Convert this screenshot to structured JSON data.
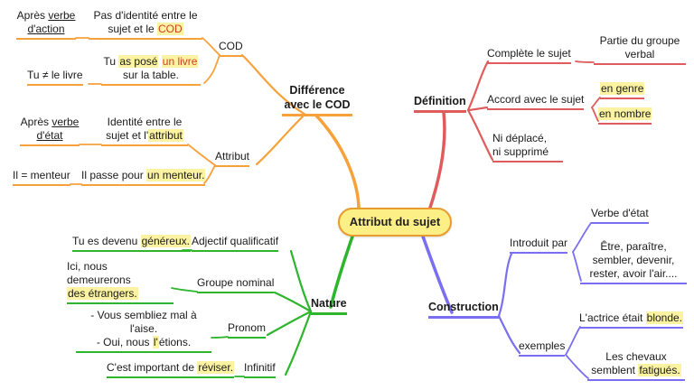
{
  "title": "Attribut du sujet",
  "colors": {
    "orange": "#f7a13b",
    "red": "#e05c5c",
    "green": "#2db52d",
    "blue": "#7a6ff0",
    "highlight": "#fbf3a1",
    "highlight_text_red": "#d43d2a",
    "center_fill": "#fbef86",
    "center_border": "#e89b2e"
  },
  "difference": {
    "label_line1": "Différence",
    "label_line2": "avec le COD",
    "cod": {
      "label": "COD",
      "verb_pre": "Après ",
      "verb_u1": "verbe",
      "verb_u2": "d'action",
      "rule_line1": "Pas d'identité entre le",
      "rule_line2_pre": "sujet et le ",
      "rule_hl": "COD",
      "ex_label": "Tu ≠ le livre",
      "ex_pre": "Tu ",
      "ex_hl1": "as posé",
      "ex_mid": " ",
      "ex_hl2": "un livre",
      "ex_line2": "sur la table."
    },
    "attribut": {
      "label": "Attribut",
      "verb_pre": "Après ",
      "verb_u1": "verbe",
      "verb_u2": "d'état",
      "rule_line1": "Identité entre le",
      "rule_line2_pre": "sujet et l'",
      "rule_hl": "attribut",
      "ex_label": "Il = menteur",
      "ex_pre": "Il passe pour ",
      "ex_hl": "un menteur."
    }
  },
  "definition": {
    "label": "Définition",
    "complete": "Complète le sujet",
    "partie_line1": "Partie du groupe",
    "partie_line2": "verbal",
    "accord": "Accord avec le sujet",
    "genre": "en genre",
    "nombre": "en nombre",
    "ni_line1": "Ni déplacé,",
    "ni_line2": "ni supprimé"
  },
  "nature": {
    "label": "Nature",
    "adjectif": {
      "cat": "Adjectif qualificatif",
      "pre": "Tu es devenu ",
      "hl": "généreux."
    },
    "nominal": {
      "cat": "Groupe nominal",
      "line1": "Ici, nous demeurerons",
      "hl": "des étrangers."
    },
    "pronom": {
      "cat": "Pronom",
      "line1": "- Vous sembliez mal à l'aise.",
      "line2_pre": "- Oui, nous ",
      "line2_hl": "l'",
      "line2_post": "étions."
    },
    "infinitif": {
      "cat": "Infinitif",
      "pre": "C'est important de ",
      "hl": "réviser."
    }
  },
  "construction": {
    "label": "Construction",
    "introduit": "Introduit par",
    "verbe_etat": "Verbe d'état",
    "verbes_line1": "Être, paraître,",
    "verbes_line2": "sembler, devenir,",
    "verbes_line3": "rester, avoir l'air....",
    "exemples": "exemples",
    "ex1_pre": "L'actrice était ",
    "ex1_hl": "blonde.",
    "ex2_line1": "Les chevaux",
    "ex2_pre": "semblent ",
    "ex2_hl": "fatigués."
  }
}
